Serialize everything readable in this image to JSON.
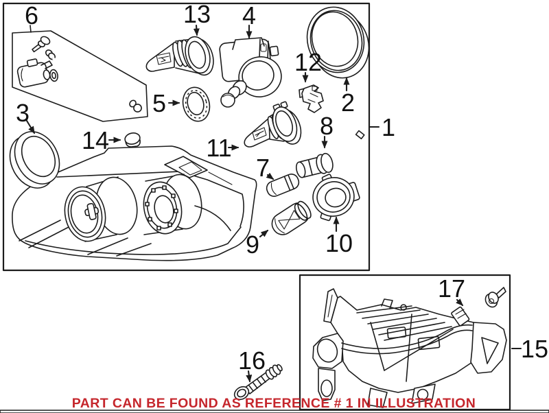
{
  "colors": {
    "ink": "#1c1c1c",
    "label": "#111111",
    "note_red": "#c5262c",
    "background": "#ffffff"
  },
  "note": {
    "text": "PART CAN BE FOUND AS REFERENCE # 1 IN ILLUSTRATION"
  },
  "callouts": {
    "c1": "1",
    "c2": "2",
    "c3": "3",
    "c4": "4",
    "c5": "5",
    "c6": "6",
    "c7": "7",
    "c8": "8",
    "c9": "9",
    "c10": "10",
    "c11": "11",
    "c12": "12",
    "c13": "13",
    "c14": "14",
    "c15": "15",
    "c16": "16",
    "c17": "17"
  }
}
